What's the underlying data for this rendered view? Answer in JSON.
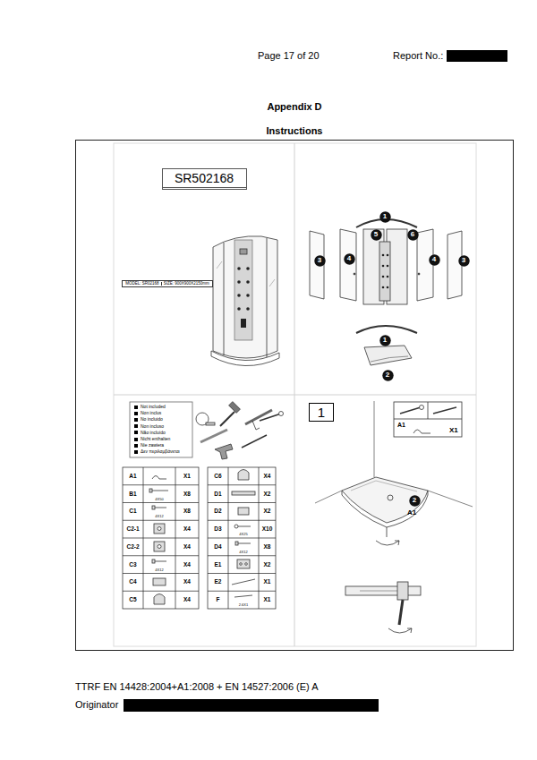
{
  "diagram": {
    "nodes": [
      {
        "text": [
          "SR502168"
        ]
      },
      {
        "text": [
          "MODEL: SR02168",
          "SIZE: 900X900X2150mm"
        ]
      },
      {
        "text": [
          "1"
        ]
      },
      {
        "text": [
          "5"
        ]
      },
      {
        "text": [
          "6"
        ]
      },
      {
        "text": [
          "3"
        ]
      },
      {
        "text": [
          "4"
        ]
      },
      {
        "text": [
          "4"
        ]
      },
      {
        "text": [
          "3"
        ]
      },
      {
        "text": [
          "1"
        ]
      },
      {
        "text": [
          "2"
        ]
      },
      {
        "text": [
          "1"
        ]
      },
      {
        "text": [
          "2"
        ]
      }
    ],
    "labels": [
      "Page 17 of 20",
      "Report No.:",
      "Appendix D",
      "Instructions",
      "A1",
      "X1",
      "B1",
      "X8",
      "C1",
      "X8",
      "C2-1",
      "X4",
      "C2-2",
      "X4",
      "C3",
      "X4",
      "C4",
      "X4",
      "C5",
      "X4",
      "C6",
      "X4",
      "D1",
      "X2",
      "D2",
      "X2",
      "D3",
      "X10",
      "D4",
      "X8",
      "E1",
      "X2",
      "E2",
      "X1",
      "F",
      "X1",
      "4X50",
      "4X12",
      "4X12",
      "4X25",
      "4X12",
      "2.6X1",
      "A1",
      "X1",
      "A1",
      "TTRF EN 14428:2004+A1:2008 + EN 14527:2006 (E) A",
      "Originator"
    ],
    "legend": [
      {
        "text": "Not included",
        "color": "#000000"
      },
      {
        "text": "Non inclus",
        "color": "#000000"
      },
      {
        "text": "No incluido",
        "color": "#000000"
      },
      {
        "text": "Non incluso",
        "color": "#000000"
      },
      {
        "text": "Não incluído",
        "color": "#000000"
      },
      {
        "text": "Nicht enthalten",
        "color": "#000000"
      },
      {
        "text": "Nie zawiera",
        "color": "#000000"
      },
      {
        "text": "Δεν περιλαμβάνεται",
        "color": "#000000"
      }
    ]
  }
}
